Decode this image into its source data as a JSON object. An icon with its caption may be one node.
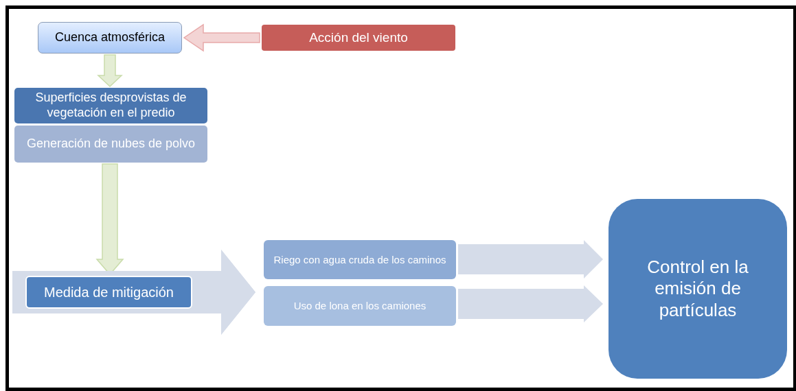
{
  "diagram": {
    "nodes": [
      {
        "text": [
          "Cuenca atmosférica"
        ]
      },
      {
        "text": [
          "Acción del viento"
        ]
      },
      {
        "text": [
          "Superficies desprovistas de vegetación en el predio"
        ]
      },
      {
        "text": [
          "Generación de nubes de polvo"
        ]
      },
      {
        "text": [
          "Medida de mitigación"
        ]
      },
      {
        "text": [
          "Riego con agua cruda de los caminos"
        ]
      },
      {
        "text": [
          "Uso de lona en los camiones"
        ]
      },
      {
        "text": [
          "Control en la emisión de partículas"
        ]
      }
    ],
    "edges": [
      {
        "from": 1,
        "to": 0,
        "arrow": "to",
        "color": "#e8a9a9"
      },
      {
        "from": 0,
        "to": 2,
        "arrow": "to",
        "color": "#c9dcaa"
      },
      {
        "from": 3,
        "to": 4,
        "arrow": "to",
        "color": "#c9dcaa"
      },
      {
        "from": 4,
        "to": 5,
        "arrow": "to"
      },
      {
        "from": 4,
        "to": 6,
        "arrow": "to"
      },
      {
        "from": 5,
        "to": 7,
        "arrow": "to"
      },
      {
        "from": 6,
        "to": 7,
        "arrow": "to"
      }
    ]
  }
}
